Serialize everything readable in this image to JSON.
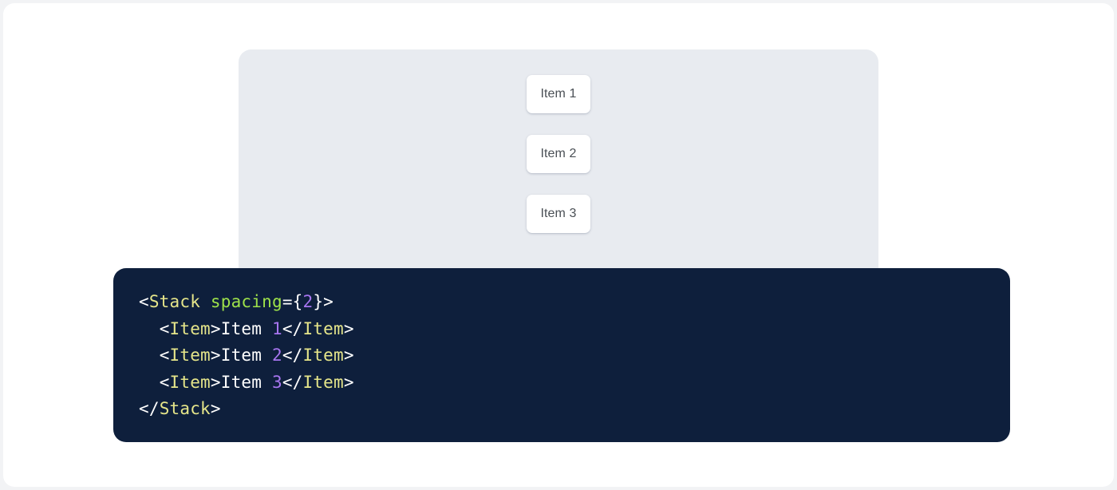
{
  "preview": {
    "panel_bg": "#e8ebf0",
    "items": [
      {
        "label": "Item 1"
      },
      {
        "label": "Item 2"
      },
      {
        "label": "Item 3"
      }
    ]
  },
  "code": {
    "background": "#0e1f3c",
    "language": "jsx",
    "colors": {
      "punctuation": "#ffffff",
      "tag": "#e6e68a",
      "attribute": "#9ee24a",
      "number": "#a775f0",
      "text": "#ffffff"
    },
    "lines": [
      {
        "indent": "",
        "tokens": [
          {
            "t": "punct",
            "v": "<"
          },
          {
            "t": "tag",
            "v": "Stack"
          },
          {
            "t": "text",
            "v": " "
          },
          {
            "t": "attr",
            "v": "spacing"
          },
          {
            "t": "punct",
            "v": "={"
          },
          {
            "t": "num",
            "v": "2"
          },
          {
            "t": "punct",
            "v": "}>"
          }
        ]
      },
      {
        "indent": "  ",
        "tokens": [
          {
            "t": "punct",
            "v": "<"
          },
          {
            "t": "tag",
            "v": "Item"
          },
          {
            "t": "punct",
            "v": ">"
          },
          {
            "t": "text",
            "v": "Item "
          },
          {
            "t": "num",
            "v": "1"
          },
          {
            "t": "punct",
            "v": "</"
          },
          {
            "t": "tag",
            "v": "Item"
          },
          {
            "t": "punct",
            "v": ">"
          }
        ]
      },
      {
        "indent": "  ",
        "tokens": [
          {
            "t": "punct",
            "v": "<"
          },
          {
            "t": "tag",
            "v": "Item"
          },
          {
            "t": "punct",
            "v": ">"
          },
          {
            "t": "text",
            "v": "Item "
          },
          {
            "t": "num",
            "v": "2"
          },
          {
            "t": "punct",
            "v": "</"
          },
          {
            "t": "tag",
            "v": "Item"
          },
          {
            "t": "punct",
            "v": ">"
          }
        ]
      },
      {
        "indent": "  ",
        "tokens": [
          {
            "t": "punct",
            "v": "<"
          },
          {
            "t": "tag",
            "v": "Item"
          },
          {
            "t": "punct",
            "v": ">"
          },
          {
            "t": "text",
            "v": "Item "
          },
          {
            "t": "num",
            "v": "3"
          },
          {
            "t": "punct",
            "v": "</"
          },
          {
            "t": "tag",
            "v": "Item"
          },
          {
            "t": "punct",
            "v": ">"
          }
        ]
      },
      {
        "indent": "",
        "tokens": [
          {
            "t": "punct",
            "v": "</"
          },
          {
            "t": "tag",
            "v": "Stack"
          },
          {
            "t": "punct",
            "v": ">"
          }
        ]
      }
    ]
  }
}
